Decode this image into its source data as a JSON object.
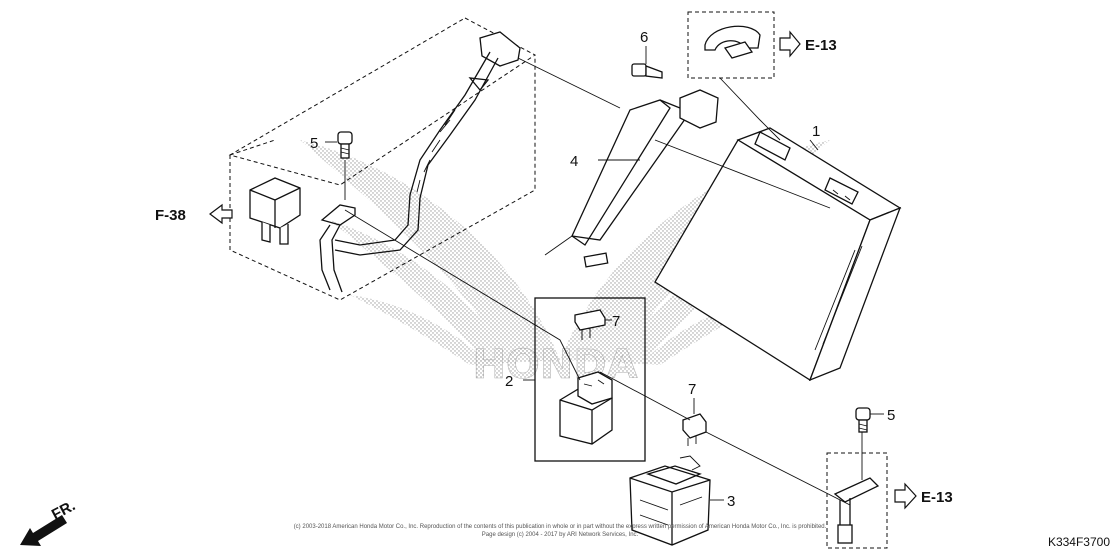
{
  "diagram": {
    "part_labels": [
      "1",
      "2",
      "3",
      "4",
      "5",
      "5",
      "6",
      "7",
      "7"
    ],
    "references": [
      "E-13",
      "E-13",
      "F-38"
    ],
    "direction_label": "FR.",
    "diagram_code": "K334F3700",
    "watermark_text": "HONDA",
    "copyright_line1": "(c) 2003-2018 American Honda Motor Co., Inc. Reproduction of the contents of this publication in whole or in part without the express written permission of American Honda Motor Co., Inc. is prohibited.",
    "copyright_line2": "Page design (c) 2004 - 2017 by ARI Network Services, Inc."
  }
}
